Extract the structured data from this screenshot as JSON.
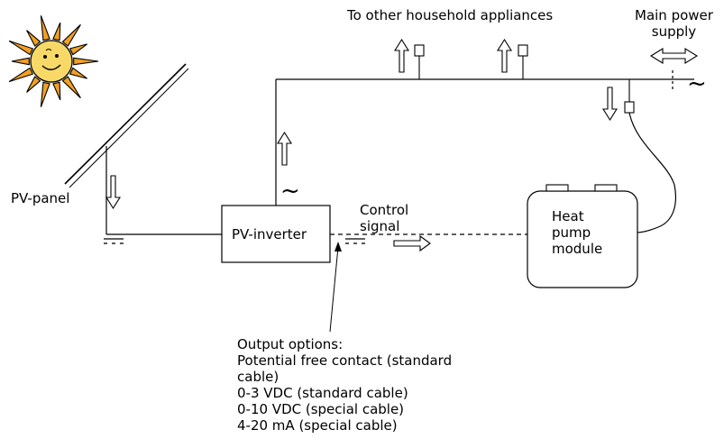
{
  "labels": {
    "appliances": "To other household appliances",
    "main_supply_line1": "Main power",
    "main_supply_line2": "supply",
    "pv_panel": "PV-panel",
    "pv_inverter": "PV-inverter",
    "control_signal_line1": "Control",
    "control_signal_line2": "signal",
    "heat_pump_line1": "Heat",
    "heat_pump_line2": "pump",
    "heat_pump_line3": "module",
    "ac_symbol": "~"
  },
  "output_options": {
    "title": "Output options:",
    "items": [
      "Potential free contact (standard",
      "cable)",
      "0-3 VDC (standard cable)",
      "0-10 VDC (special cable)",
      "4-20 mA (special cable)"
    ]
  },
  "colors": {
    "line": "#000000",
    "sun_rays": "#f2a023",
    "sun_face": "#f8d968"
  }
}
